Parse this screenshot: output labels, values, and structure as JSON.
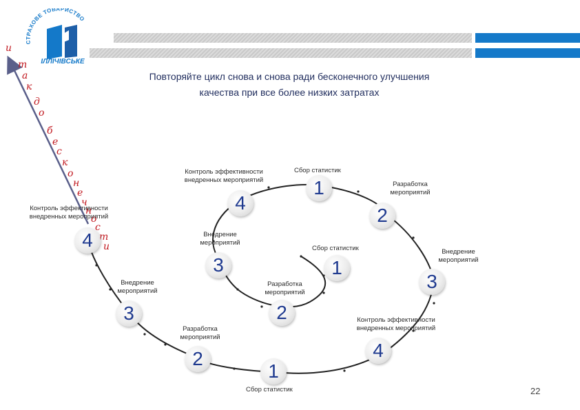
{
  "header": {
    "company_arc_text": "СТРАХОВЕ ТОВАРИСТВО",
    "company_name": "ІЛЛІЧІВСЬКЕ",
    "colors": {
      "brand_blue": "#1479c9",
      "navy": "#1e2b5c",
      "accent_red": "#c0161d"
    }
  },
  "title": {
    "line1": "Повторяйте цикл снова и снова ради бесконечного улучшения",
    "line2": "качества при все более низких затратах"
  },
  "vertical_text": {
    "letters": [
      "и",
      "т",
      "а",
      "к",
      "д",
      "о",
      "б",
      "е",
      "с",
      "к",
      "о",
      "н",
      "е",
      "ч",
      "н",
      "о",
      "с",
      "т",
      "и"
    ]
  },
  "spiral_steps": [
    {
      "num": "1",
      "label": "Сбор статистик"
    },
    {
      "num": "2",
      "label": "Разработка мероприятий"
    },
    {
      "num": "3",
      "label": "Внедрение мероприятий"
    },
    {
      "num": "4",
      "label": "Контроль эффективности внедренных мероприятий"
    },
    {
      "num": "1",
      "label": "Сбор статистик"
    },
    {
      "num": "2",
      "label": "Разработка мероприятий"
    },
    {
      "num": "3",
      "label": "Внедрение мероприятий"
    },
    {
      "num": "4",
      "label": "Контроль эффективности внедренных мероприятий"
    },
    {
      "num": "1",
      "label": "Сбор статистик"
    },
    {
      "num": "2",
      "label": "Разработка мероприятий"
    },
    {
      "num": "3",
      "label": "Внедрение мероприятий"
    },
    {
      "num": "4",
      "label": "Контроль эффективности внедренных мероприятий"
    }
  ],
  "page_number": "22"
}
